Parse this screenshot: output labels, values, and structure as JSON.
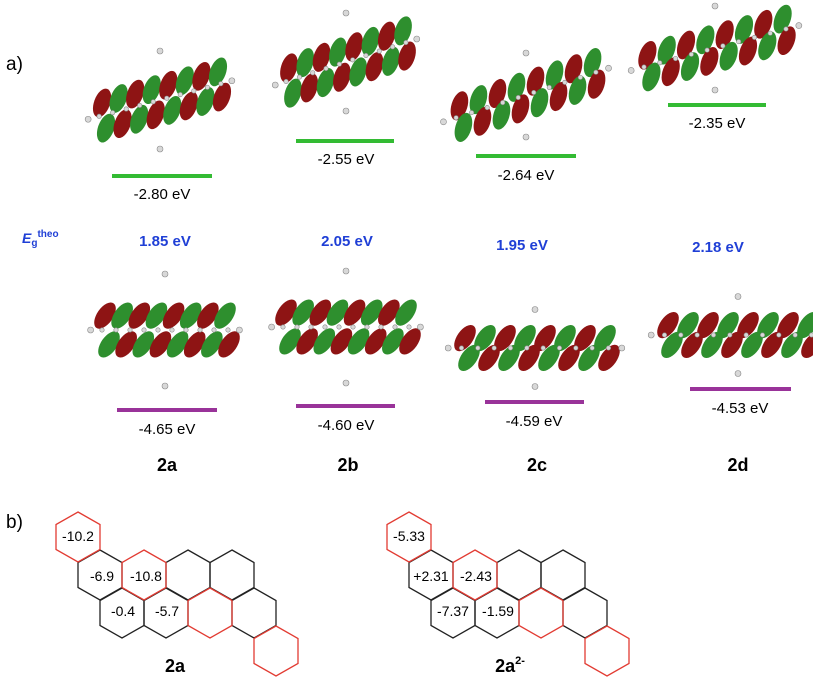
{
  "panel_labels": {
    "a": "a)",
    "b": "b)"
  },
  "gap_label": {
    "main": "E",
    "sub": "g",
    "sup": "theo"
  },
  "colors": {
    "lumo_level": "#33bb33",
    "homo_level": "#993399",
    "gap_text": "#1f3fd6",
    "ring_red": "#e23b32",
    "ring_black": "#222222"
  },
  "compounds": [
    {
      "name": "2a",
      "lumo": "-2.80 eV",
      "gap": "1.85 eV",
      "homo": "-4.65 eV"
    },
    {
      "name": "2b",
      "lumo": "-2.55 eV",
      "gap": "2.05 eV",
      "homo": "-4.60 eV"
    },
    {
      "name": "2c",
      "lumo": "-2.64 eV",
      "gap": "1.95 eV",
      "homo": "-4.59 eV"
    },
    {
      "name": "2d",
      "lumo": "-2.35 eV",
      "gap": "2.18 eV",
      "homo": "-4.53 eV"
    }
  ],
  "nics": [
    {
      "label_main": "2a",
      "label_sup": "",
      "values": [
        "-10.2",
        "-6.9",
        "-10.8",
        "-0.4",
        "-5.7"
      ]
    },
    {
      "label_main": "2a",
      "label_sup": "2-",
      "values": [
        "-5.33",
        "+2.31",
        "-2.43",
        "-7.37",
        "-1.59"
      ]
    }
  ]
}
